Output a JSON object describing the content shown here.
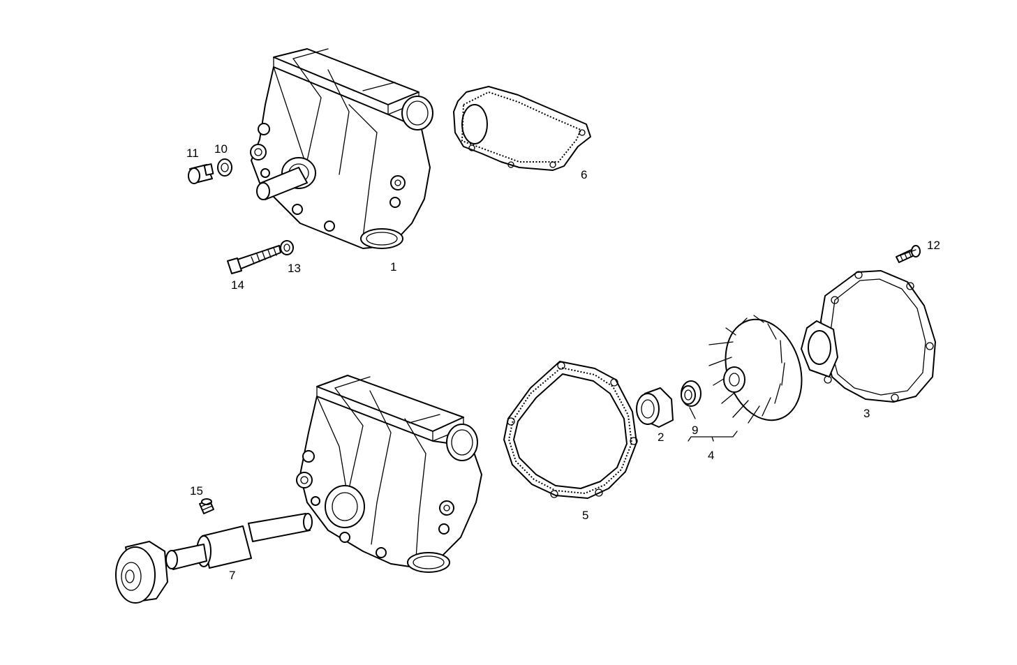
{
  "diagram": {
    "callouts": [
      {
        "id": "c1",
        "text": "1"
      },
      {
        "id": "c2",
        "text": "2"
      },
      {
        "id": "c3",
        "text": "3"
      },
      {
        "id": "c4",
        "text": "4"
      },
      {
        "id": "c5",
        "text": "5"
      },
      {
        "id": "c6",
        "text": "6"
      },
      {
        "id": "c7",
        "text": "7"
      },
      {
        "id": "c9",
        "text": "9"
      },
      {
        "id": "c10",
        "text": "10"
      },
      {
        "id": "c11",
        "text": "11"
      },
      {
        "id": "c12",
        "text": "12"
      },
      {
        "id": "c13",
        "text": "13"
      },
      {
        "id": "c14",
        "text": "14"
      },
      {
        "id": "c15",
        "text": "15"
      }
    ]
  }
}
